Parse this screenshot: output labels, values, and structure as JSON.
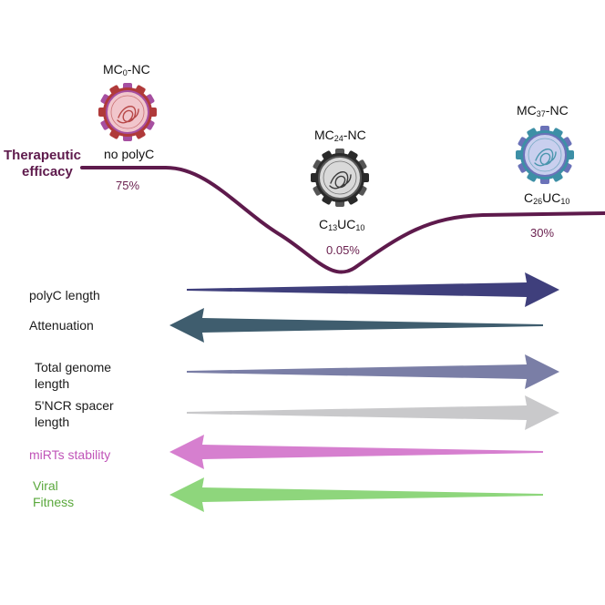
{
  "curve": {
    "title_line1": "Therapeutic",
    "title_line2": "efficacy",
    "color": "#5e1a4c"
  },
  "viruses": [
    {
      "name_prefix": "MC",
      "name_sub": "0",
      "name_suffix": "-NC",
      "note": "no polyC",
      "note_sub_a": "",
      "note_mid": "",
      "note_sub_b": "",
      "efficacy": "75%",
      "color": "#b03a3a",
      "accent": "#a64fa0",
      "fill": "#f1c6cc"
    },
    {
      "name_prefix": "MC",
      "name_sub": "24",
      "name_suffix": "-NC",
      "note": "C",
      "note_sub_a": "13",
      "note_mid": "UC",
      "note_sub_b": "10",
      "efficacy": "0.05%",
      "color": "#2a2a2a",
      "accent": "#555555",
      "fill": "#d9d9d9"
    },
    {
      "name_prefix": "MC",
      "name_sub": "37",
      "name_suffix": "-NC",
      "note": "C",
      "note_sub_a": "26",
      "note_mid": "UC",
      "note_sub_b": "10",
      "efficacy": "30%",
      "color": "#3d8fa6",
      "accent": "#6a72b8",
      "fill": "#c9cfee"
    }
  ],
  "trends": [
    {
      "label_line1": "polyC length",
      "label_line2": "",
      "direction": "right",
      "color": "#3f3f7c"
    },
    {
      "label_line1": "Attenuation",
      "label_line2": "",
      "direction": "left",
      "color": "#3f5d6e"
    },
    {
      "label_line1": "Total genome",
      "label_line2": "length",
      "direction": "right",
      "color": "#7a7ea6"
    },
    {
      "label_line1": "5'NCR spacer",
      "label_line2": "length",
      "direction": "right",
      "color": "#c9c9cb"
    },
    {
      "label_line1": "miRTs stability",
      "label_line2": "",
      "direction": "left",
      "color": "#d67fcf"
    },
    {
      "label_line1": "Viral",
      "label_line2": "Fitness",
      "direction": "left",
      "color": "#8ed67c"
    }
  ]
}
